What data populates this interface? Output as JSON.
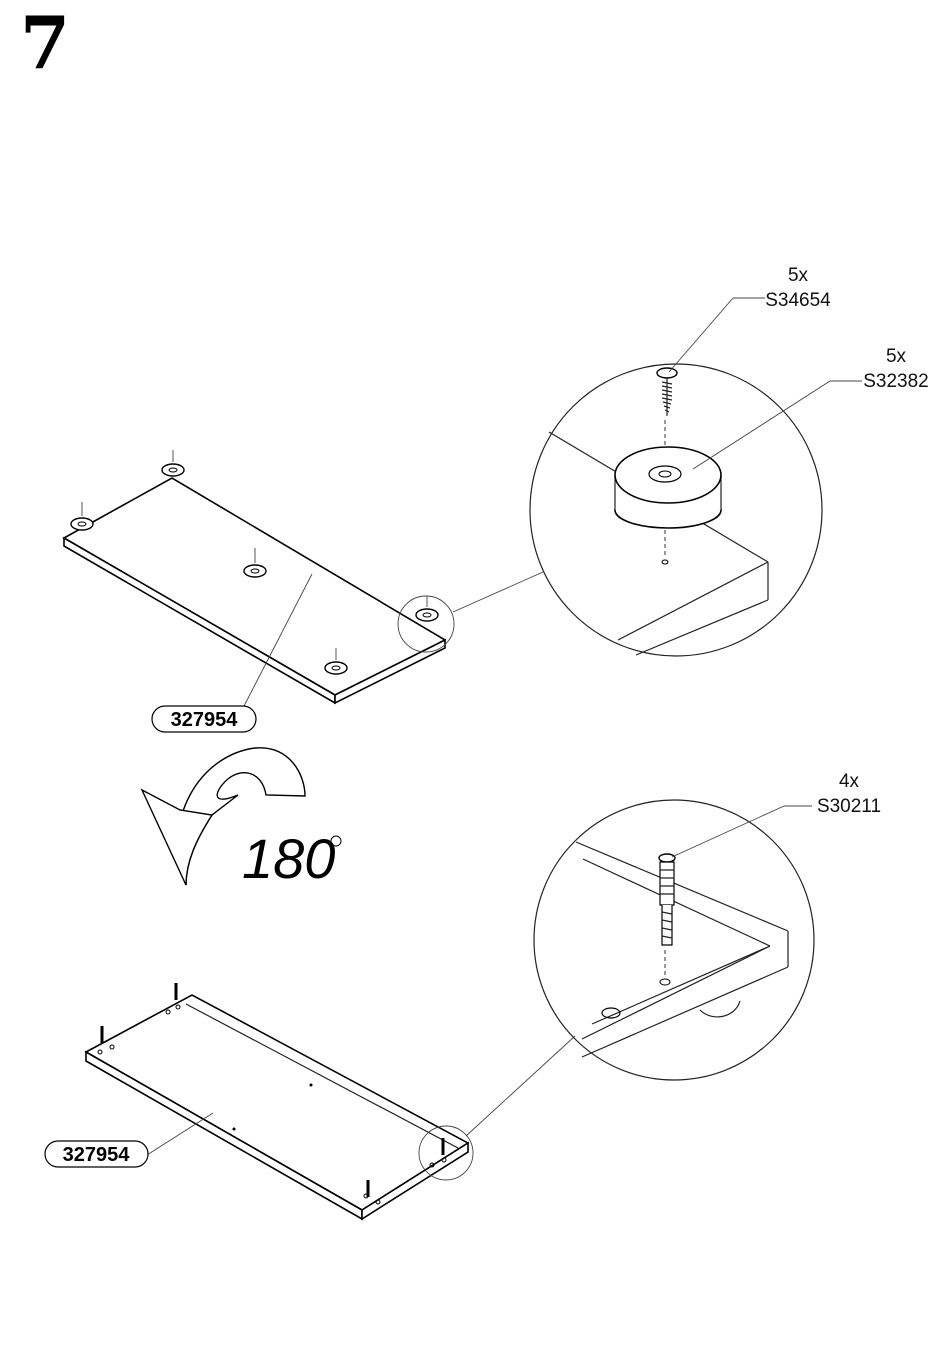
{
  "step_number": "7",
  "callouts": {
    "screw": {
      "quantity": "5x",
      "code": "S34654"
    },
    "foot": {
      "quantity": "5x",
      "code": "S32382"
    },
    "dowel": {
      "quantity": "4x",
      "code": "S30211"
    }
  },
  "part_labels": {
    "top": "327954",
    "bottom": "327954"
  },
  "rotation": {
    "value": "180",
    "unit_symbol": "°"
  },
  "icons": {
    "rotate_arrow": "rotate-180-arrow-icon",
    "screw": "screw-icon",
    "foot_pad": "foot-pad-icon",
    "cam_dowel": "cam-dowel-icon"
  }
}
